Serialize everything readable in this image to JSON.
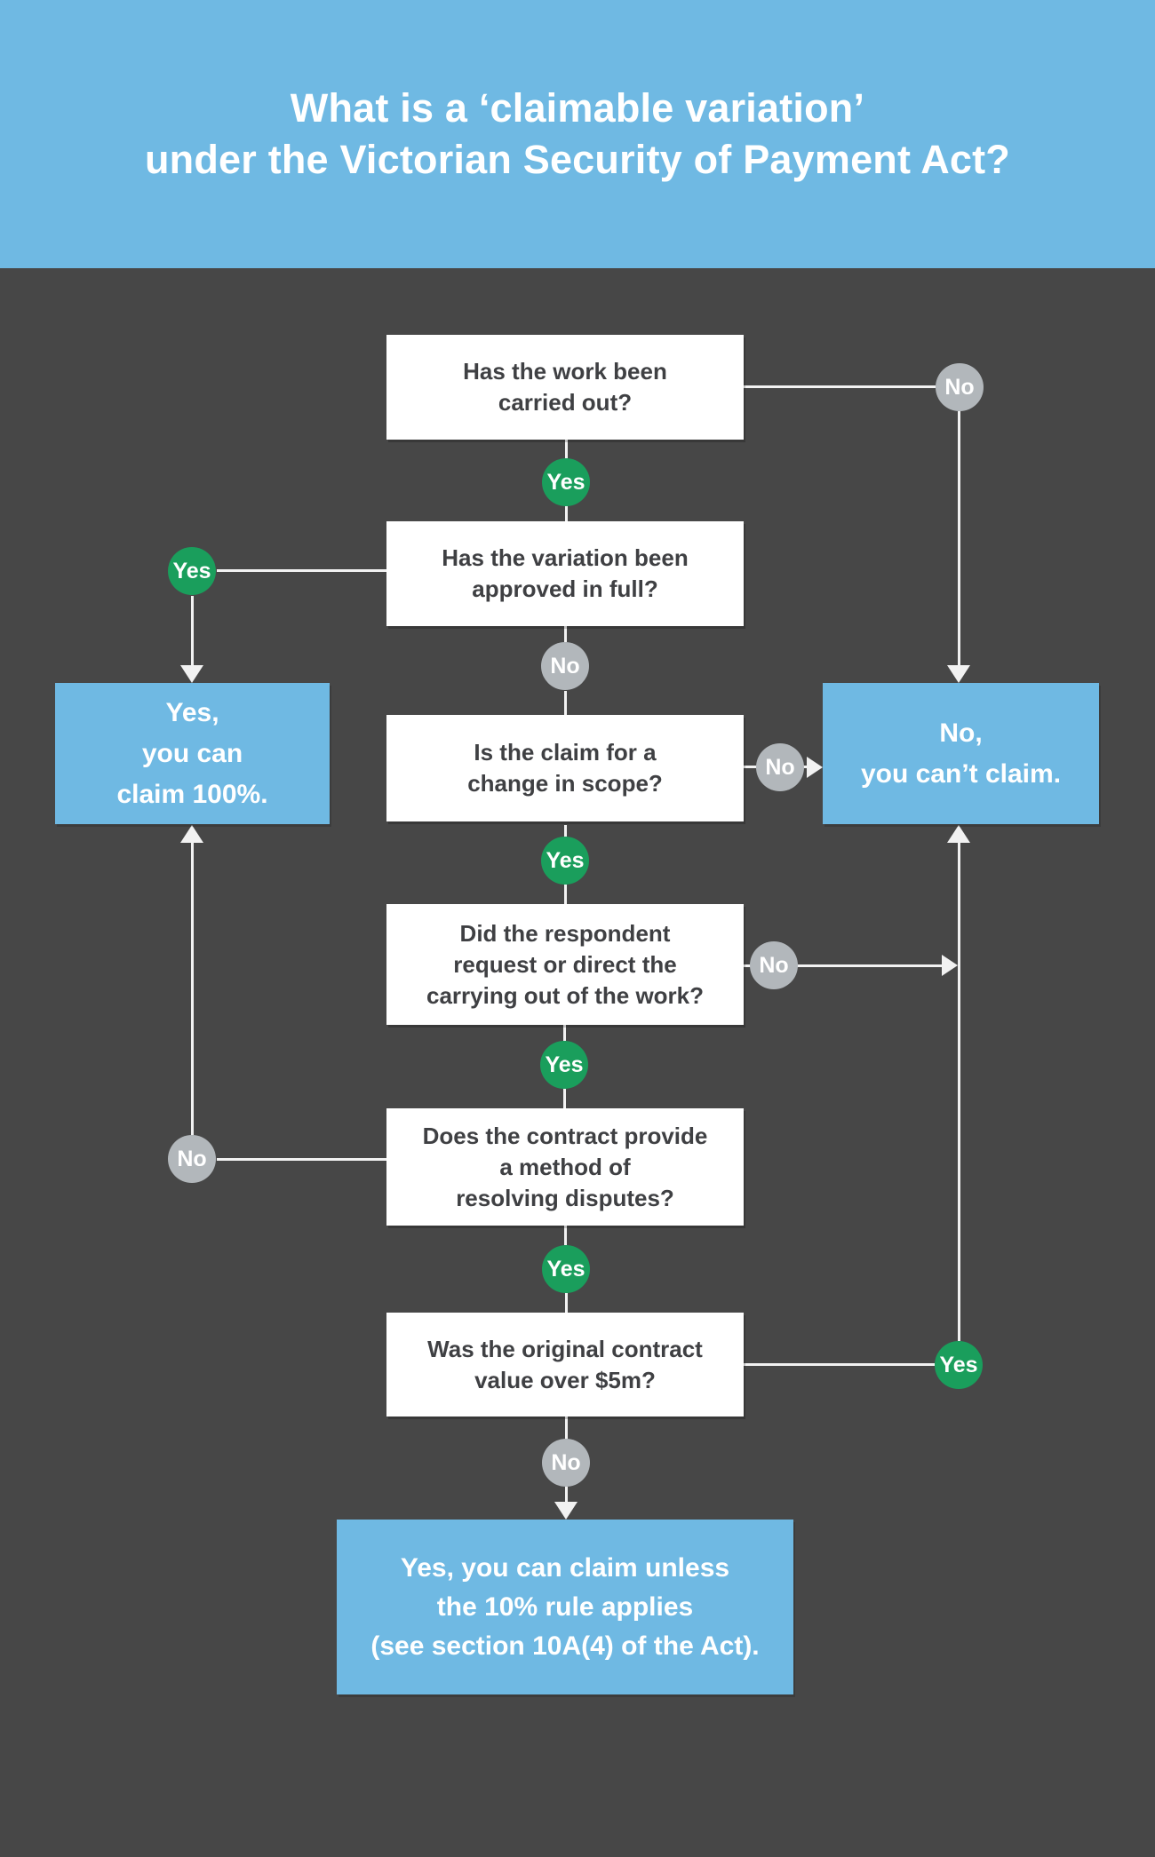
{
  "header": {
    "title_line1": "What is a ‘claimable variation’",
    "title_line2": "under the Victorian Security of Payment Act?"
  },
  "labels": {
    "yes": "Yes",
    "no": "No"
  },
  "questions": {
    "q1": "Has the work been\ncarried out?",
    "q2": "Has the variation been\napproved in full?",
    "q3": "Is the claim for a\nchange in scope?",
    "q4": "Did the respondent\nrequest or direct the\ncarrying out of the work?",
    "q5": "Does the contract provide\na method of\nresolving disputes?",
    "q6": "Was the original contract\nvalue over $5m?"
  },
  "results": {
    "claim_full": "Yes,\nyou can\nclaim 100%.",
    "cannot_claim": "No,\nyou can’t claim.",
    "claim_unless": "Yes, you can claim unless\nthe 10% rule applies\n(see section 10A(4) of the Act)."
  },
  "colors": {
    "background": "#474747",
    "banner_blue": "#6fb9e3",
    "result_blue": "#6fb9e3",
    "yes_green": "#1a9e5c",
    "no_gray": "#b2b7bb",
    "box_white": "#ffffff",
    "box_text": "#3f4043",
    "connector": "#f2f2f2"
  }
}
